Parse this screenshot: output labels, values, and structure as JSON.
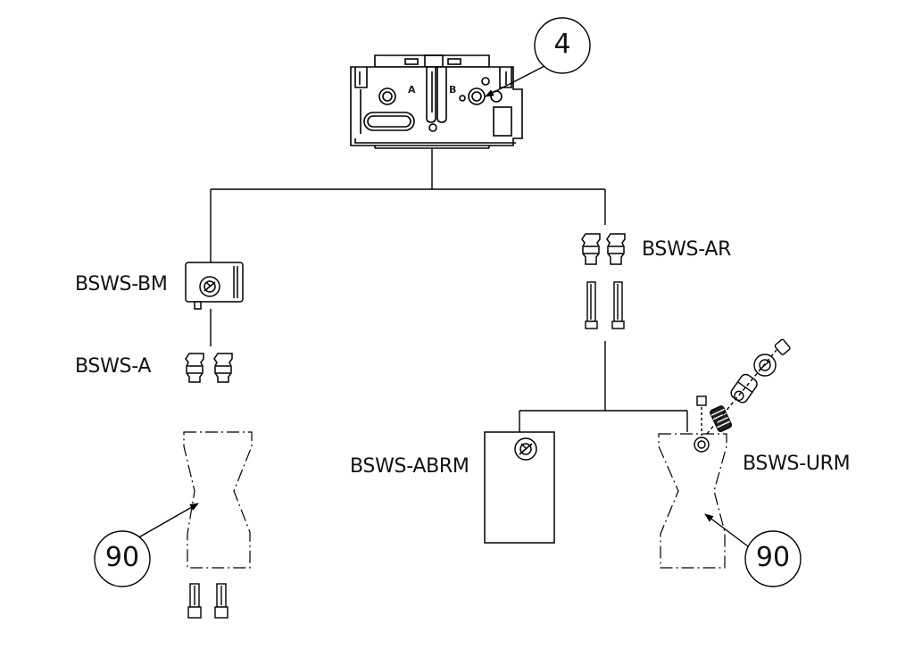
{
  "labels": {
    "bsws_bm": "BSWS-BM",
    "bsws_a": "BSWS-A",
    "bsws_ar": "BSWS-AR",
    "bsws_abrm": "BSWS-ABRM",
    "bsws_urm": "BSWS-URM"
  },
  "callouts": {
    "top": "4",
    "left": "90",
    "right": "90"
  },
  "port_letters": {
    "a": "A",
    "b": "B"
  }
}
